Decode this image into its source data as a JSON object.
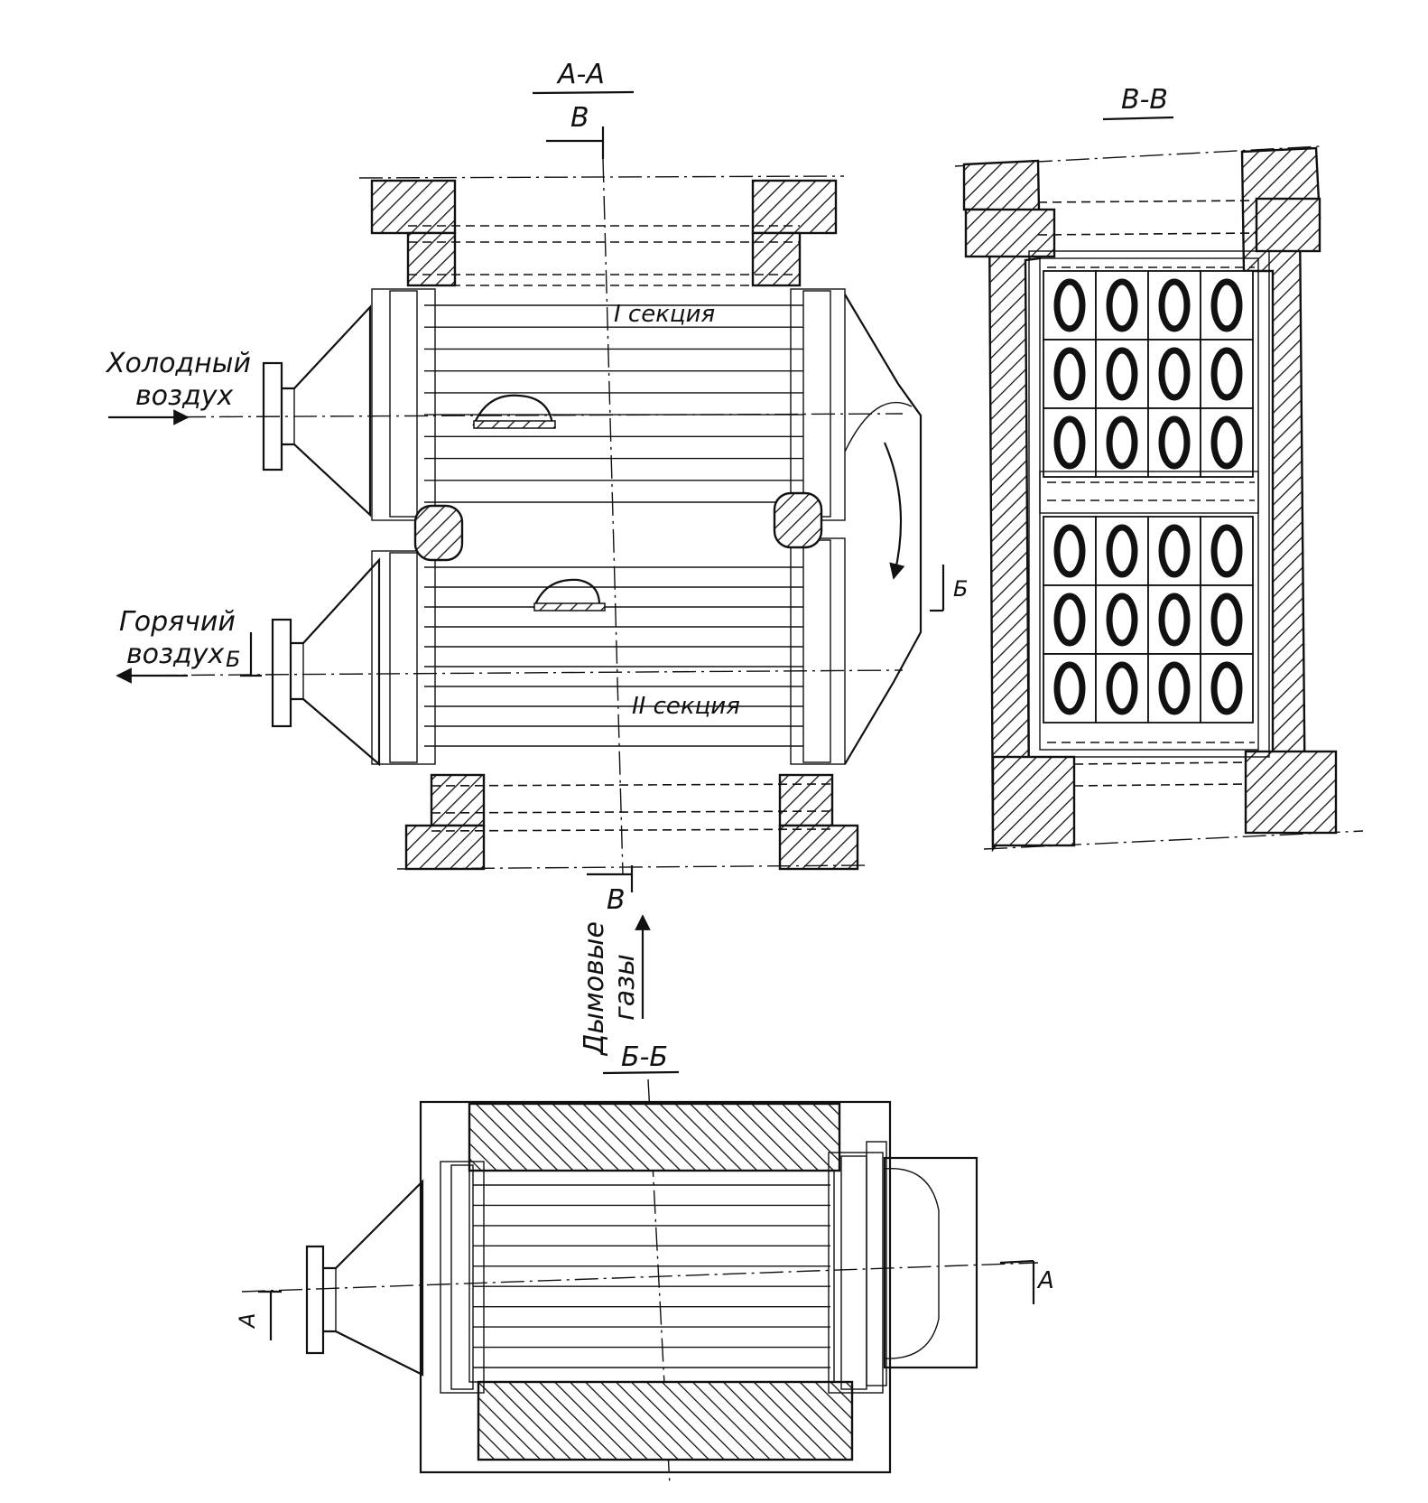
{
  "labels": {
    "section_aa": "А-А",
    "section_vv": "В-В",
    "section_bb": "Б-Б",
    "cut_v_top": "В",
    "cut_v_bottom": "В",
    "cut_b_right": "Б",
    "cut_b_left": "Б",
    "cut_a_right": "А",
    "cut_a_left": "А",
    "section_1": "I секция",
    "section_2": "II секция",
    "cold_air_line1": "Холодный",
    "cold_air_line2": "воздух",
    "hot_air_line1": "Горячий",
    "hot_air_line2": "воздух",
    "flue_gas_line1": "Дымовые",
    "flue_gas_line2": "газы"
  },
  "vv_grid": {
    "rows_upper": 3,
    "rows_lower": 3,
    "cols": 4
  }
}
